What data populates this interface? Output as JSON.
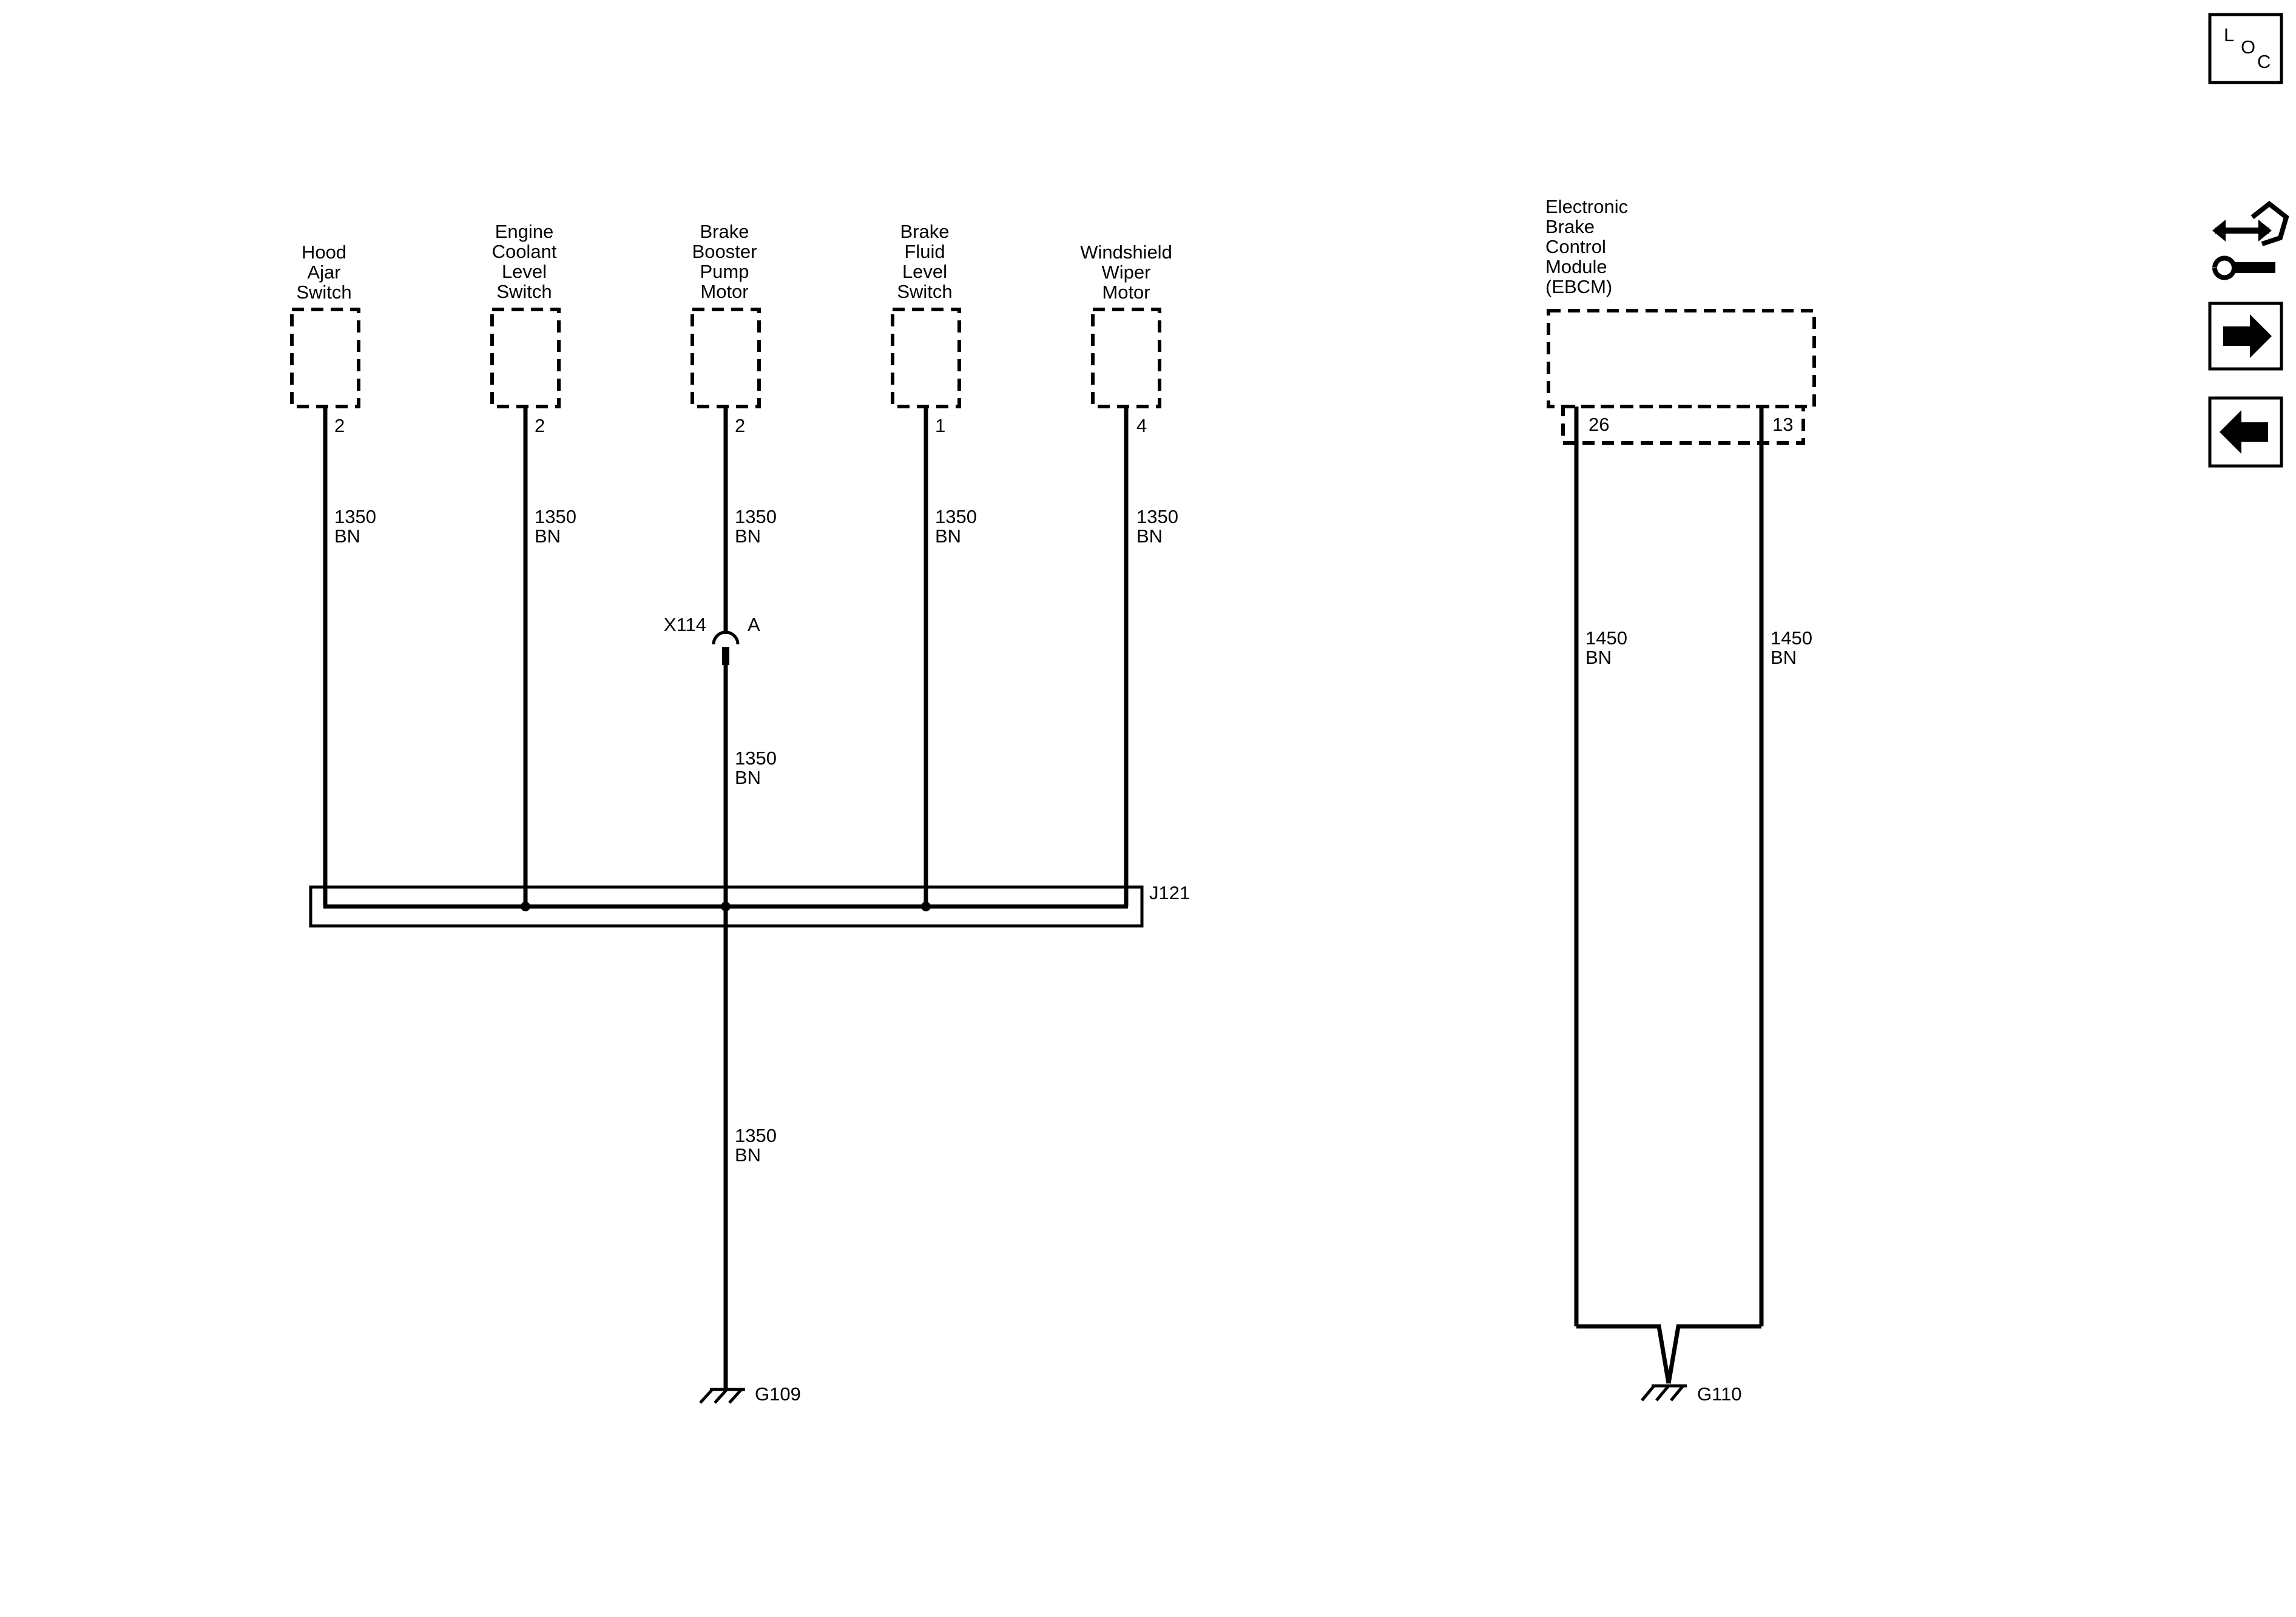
{
  "components": [
    {
      "id": "hood",
      "name_lines": [
        "Hood",
        "Ajar",
        "Switch"
      ],
      "pin": "2",
      "wire_size": "1350",
      "wire_color": "BN"
    },
    {
      "id": "coolant",
      "name_lines": [
        "Engine",
        "Coolant",
        "Level",
        "Switch"
      ],
      "pin": "2",
      "wire_size": "1350",
      "wire_color": "BN"
    },
    {
      "id": "booster",
      "name_lines": [
        "Brake",
        "Booster",
        "Pump",
        "Motor"
      ],
      "pin": "2",
      "wire_size": "1350",
      "wire_color": "BN"
    },
    {
      "id": "fluid",
      "name_lines": [
        "Brake",
        "Fluid",
        "Level",
        "Switch"
      ],
      "pin": "1",
      "wire_size": "1350",
      "wire_color": "BN"
    },
    {
      "id": "wiper",
      "name_lines": [
        "Windshield",
        "Wiper",
        "Motor"
      ],
      "pin": "4",
      "wire_size": "1350",
      "wire_color": "BN"
    }
  ],
  "connector": {
    "name": "X114",
    "pin": "A"
  },
  "below_connector_wire": {
    "size": "1350",
    "color": "BN"
  },
  "splice": {
    "name": "J121"
  },
  "ground_wire": {
    "size": "1350",
    "color": "BN"
  },
  "ground_left": "G109",
  "ebcm": {
    "name_lines": [
      "Electronic",
      "Brake",
      "Control",
      "Module",
      "(EBCM)"
    ],
    "pins": [
      "26",
      "13"
    ],
    "wires": [
      {
        "size": "1450",
        "color": "BN"
      },
      {
        "size": "1450",
        "color": "BN"
      }
    ]
  },
  "ground_right": "G110",
  "loc_icon": {
    "letters": [
      "L",
      "O",
      "C"
    ]
  },
  "nav_icons": [
    "connector-tool-icon",
    "arrow-right-icon",
    "arrow-left-icon"
  ]
}
